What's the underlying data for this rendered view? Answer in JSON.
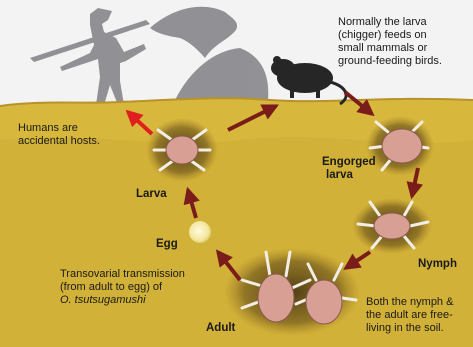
{
  "labels": {
    "humans_line1": "Humans are",
    "humans_line2": "accidental hosts.",
    "normally_line1": "Normally the larva",
    "normally_line2": "(chigger) feeds on",
    "normally_line3": "small mammals or",
    "normally_line4": "ground-feeding birds.",
    "engorged_line1": "Engorged",
    "engorged_line2": "larva",
    "larva": "Larva",
    "egg": "Egg",
    "nymph": "Nymph",
    "adult": "Adult",
    "transovarial_line1": "Transovarial transmission",
    "transovarial_line2": "(from adult to egg) of",
    "transovarial_line3": "O. tsutsugamushi",
    "freeliving_line1": "Both the nymph &",
    "freeliving_line2": "the adult are free-",
    "freeliving_line3": "living in the soil."
  },
  "colors": {
    "soil": "#d7b73c",
    "soil_dark": "#b8922a",
    "sky": "#f3f3f3",
    "shadow": "#7f7f85",
    "arrow_red": "#7a1c1a",
    "arrow_bright": "#e01f1f",
    "mite_body": "#d8a095",
    "mite_legs": "#f2eee6",
    "egg": "#f7eeb0"
  }
}
